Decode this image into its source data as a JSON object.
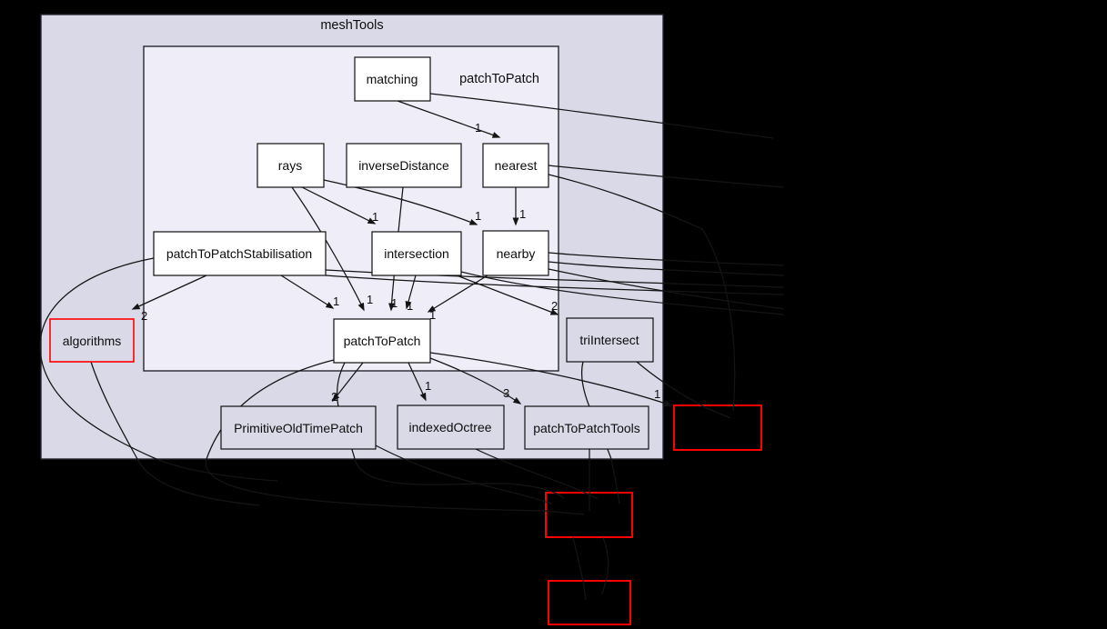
{
  "diagram": {
    "outer_cluster_label": "meshTools",
    "inner_cluster_label": "patchToPatch",
    "nodes": {
      "matching": "matching",
      "rays": "rays",
      "inverse_distance": "inverseDistance",
      "nearest": "nearest",
      "patch_to_patch_stabilisation": "patchToPatchStabilisation",
      "intersection": "intersection",
      "nearby": "nearby",
      "patch_to_patch": "patchToPatch",
      "algorithms": "algorithms",
      "tri_intersect": "triIntersect",
      "primitive_old_time_patch": "PrimitiveOldTimePatch",
      "indexed_octree": "indexedOctree",
      "patch_to_patch_tools": "patchToPatchTools",
      "external_unlabeled_1": "",
      "external_unlabeled_2": "",
      "external_unlabeled_3": ""
    },
    "edge_labels": {
      "matching_to_nearest": "1",
      "rays_to_intersection": "1",
      "rays_to_nearby": "1",
      "nearest_to_nearby": "1",
      "rays_to_patch_to_patch": "1",
      "inverse_distance_to_patch_to_patch": "1",
      "intersection_to_patch_to_patch": "1",
      "nearby_to_patch_to_patch": "1",
      "stabilisation_to_patch_to_patch": "1",
      "stabilisation_to_algorithms": "2",
      "intersection_to_tri_intersect": "2",
      "patch_to_patch_to_primitive": "2",
      "patch_to_patch_to_indexed_octree": "1",
      "patch_to_patch_to_tools": "3",
      "patch_to_patch_to_external_1": "1"
    },
    "colors": {
      "background": "#000000",
      "outer_cluster_fill": "#d9d9e8",
      "inner_cluster_fill": "#eeedf8",
      "node_fill": "#ffffff",
      "external_node_fill": "#d9d9e8",
      "border": "#1a1a1a",
      "highlight_red": "#ff0000"
    }
  }
}
